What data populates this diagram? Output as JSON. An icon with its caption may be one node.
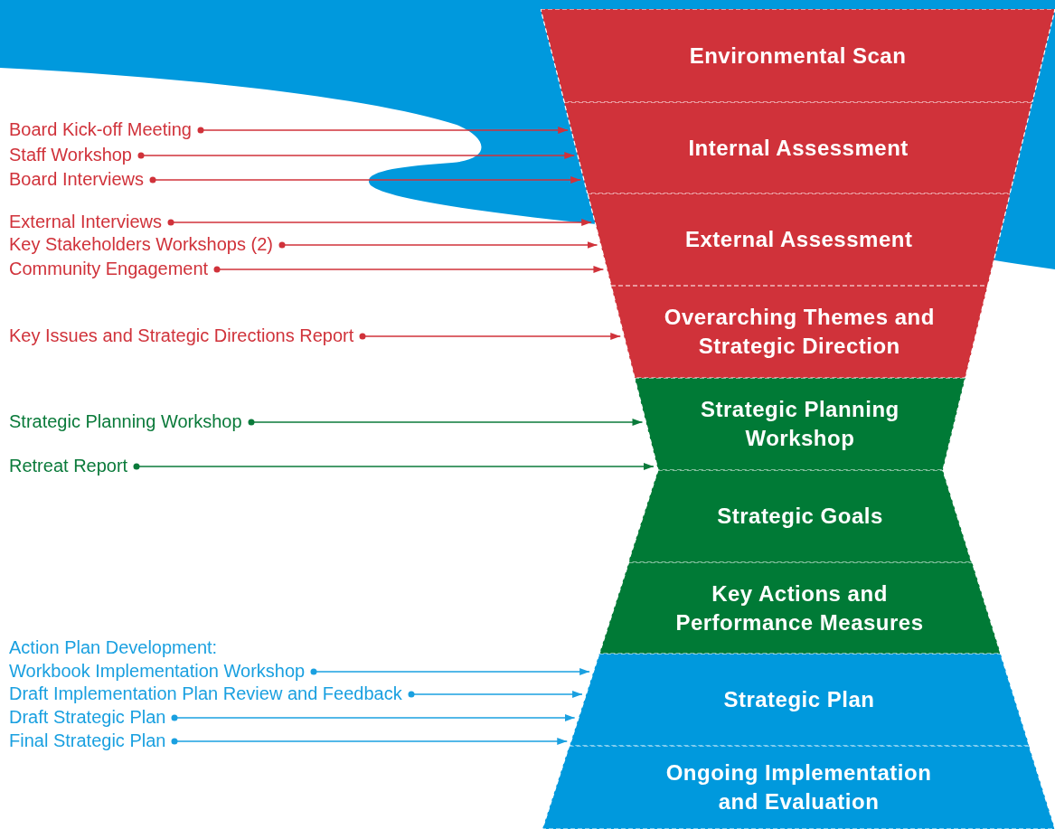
{
  "diagram": {
    "nodes": [
      {
        "text": [
          "Environmental Scan"
        ]
      },
      {
        "text": [
          "Internal Assessment"
        ]
      },
      {
        "text": [
          "External Assessment"
        ]
      },
      {
        "text": [
          "Overarching Themes and Strategic Direction"
        ]
      },
      {
        "text": [
          "Strategic Planning Workshop"
        ]
      },
      {
        "text": [
          "Strategic Goals"
        ]
      },
      {
        "text": [
          "Key Actions and Performance Measures"
        ]
      },
      {
        "text": [
          "Strategic Plan"
        ]
      },
      {
        "text": [
          "Ongoing Implementation and Evaluation"
        ]
      },
      {
        "text": [
          "Board Kick-off Meeting"
        ]
      },
      {
        "text": [
          "Staff Workshop"
        ]
      },
      {
        "text": [
          "Board Interviews"
        ]
      },
      {
        "text": [
          "External Interviews"
        ]
      },
      {
        "text": [
          "Key Stakeholders Workshops (2)"
        ]
      },
      {
        "text": [
          "Community Engagement"
        ]
      },
      {
        "text": [
          "Key Issues and Strategic Directions Report"
        ]
      },
      {
        "text": [
          "Strategic Planning Workshop"
        ]
      },
      {
        "text": [
          "Retreat Report"
        ]
      },
      {
        "text": [
          "Action Plan Development:",
          "Workbook Implementation Workshop"
        ]
      },
      {
        "text": [
          "Draft Implementation Plan Review and Feedback"
        ]
      },
      {
        "text": [
          "Draft Strategic Plan"
        ]
      },
      {
        "text": [
          "Final Strategic Plan"
        ]
      }
    ],
    "edges": [
      {
        "from": 9,
        "to": 1,
        "arrow": "to"
      },
      {
        "from": 10,
        "to": 1,
        "arrow": "to"
      },
      {
        "from": 11,
        "to": 1,
        "arrow": "to"
      },
      {
        "from": 12,
        "to": 2,
        "arrow": "to"
      },
      {
        "from": 13,
        "to": 2,
        "arrow": "to"
      },
      {
        "from": 14,
        "to": 2,
        "arrow": "to"
      },
      {
        "from": 15,
        "to": 3,
        "arrow": "to"
      },
      {
        "from": 16,
        "to": 4,
        "arrow": "to",
        "color": "#0a7a3a"
      },
      {
        "from": 17,
        "to": 4,
        "arrow": "to",
        "color": "#0a7a3a"
      },
      {
        "from": 18,
        "to": 7,
        "arrow": "to",
        "color": "#1aa0e0"
      },
      {
        "from": 19,
        "to": 7,
        "arrow": "to",
        "color": "#1aa0e0"
      },
      {
        "from": 20,
        "to": 7,
        "arrow": "to",
        "color": "#1aa0e0"
      },
      {
        "from": 21,
        "to": 7,
        "arrow": "to",
        "color": "#1aa0e0"
      }
    ]
  }
}
